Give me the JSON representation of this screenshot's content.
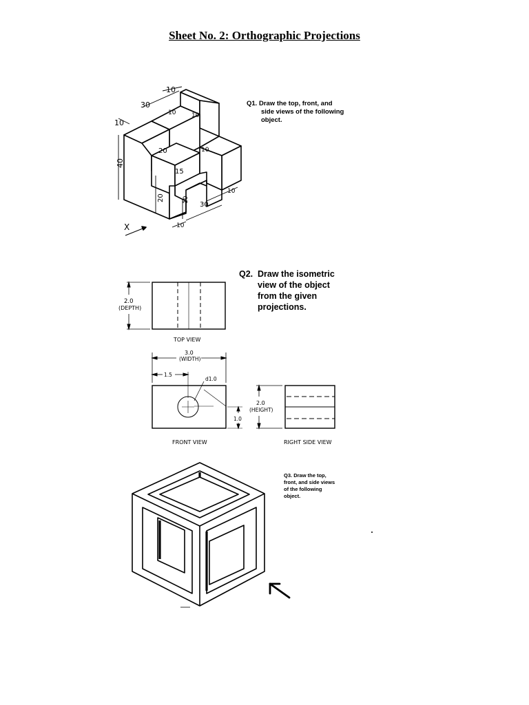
{
  "title": "Sheet No. 2: Orthographic Projections",
  "q1": {
    "number": "Q1.",
    "lines": [
      "Draw the top, front, and",
      "side views of the following",
      "object."
    ],
    "dims": {
      "d10_top": "10",
      "d30": "30",
      "d10_left": "10",
      "d10_a": "10",
      "d10_b": "10",
      "d20_top": "20",
      "d10_mid": "10",
      "d15": "15",
      "d40": "40",
      "d20_left": "20",
      "d10_bot_a": "10",
      "d30_bot": "30",
      "d10_right": "10",
      "d10_bot_b": "10",
      "axis": "X"
    }
  },
  "q2": {
    "number": "Q2.",
    "lines": [
      "Draw the isometric",
      "view of the object",
      "from the given",
      "projections."
    ],
    "top_view": {
      "label": "TOP VIEW",
      "depth_value": "2.0",
      "depth_label": "(DEPTH)"
    },
    "front_view": {
      "label": "FRONT VIEW",
      "width_value": "3.0",
      "width_label": "(WIDTH)",
      "offset": "1.5",
      "diameter": "d1.0",
      "height_offset": "1.0"
    },
    "side_view": {
      "label": "RIGHT SIDE VIEW",
      "height_value": "2.0",
      "height_label": "(HEIGHT)"
    }
  },
  "q3": {
    "number": "Q3.",
    "lines": [
      "Draw the top,",
      "front, and side views",
      "of the following",
      "object."
    ]
  }
}
